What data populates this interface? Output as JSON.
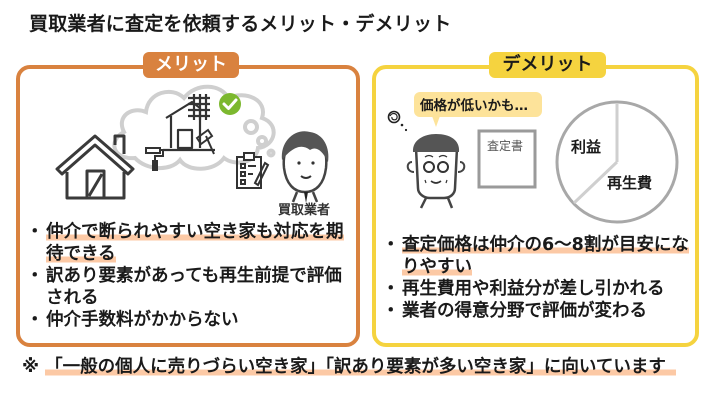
{
  "title": "買取業者に査定を依頼するメリット・デメリット",
  "colors": {
    "merit_accent": "#d9823f",
    "demerit_accent": "#f5d33f",
    "highlight": "#fcc9a5",
    "check_green": "#7cb82f",
    "icon_gray": "#555555"
  },
  "merit": {
    "label": "メリット",
    "illustration": {
      "icons": [
        "house-icon",
        "thought-cloud-icon",
        "renovated-house-icon",
        "paint-roller-icon",
        "hammer-icon",
        "check-icon",
        "clipboard-icon",
        "person-icon"
      ],
      "person_caption": "買取業者"
    },
    "bullets": [
      {
        "text": "仲介で断られやすい空き家も対応を期待できる",
        "highlighted": true
      },
      {
        "text": "訳あり要素があっても再生前提で評価される",
        "highlighted": false
      },
      {
        "text": "仲介手数料がかからない",
        "highlighted": false
      }
    ]
  },
  "demerit": {
    "label": "デメリット",
    "illustration": {
      "speech_bubble": "価格が低いかも…",
      "document_label": "査定書",
      "icons": [
        "worried-person-icon",
        "scribble-thought-icon",
        "document-icon",
        "pie-chart-icon"
      ]
    },
    "bullets": [
      {
        "text": "査定価格は仲介の6〜8割が目安になりやすい",
        "highlighted": true
      },
      {
        "text": "再生費用や利益分が差し引かれる",
        "highlighted": false
      },
      {
        "text": "業者の得意分野で評価が変わる",
        "highlighted": false
      }
    ]
  },
  "chart_data": {
    "type": "pie",
    "title": "",
    "categories": [
      "利益",
      "再生費"
    ],
    "values": [
      35,
      65
    ],
    "annotations": [
      "利益",
      "再生費"
    ]
  },
  "footnote": {
    "mark": "※",
    "text": "「一般の個人に売りづらい空き家」「訳あり要素が多い空き家」に向いています"
  }
}
